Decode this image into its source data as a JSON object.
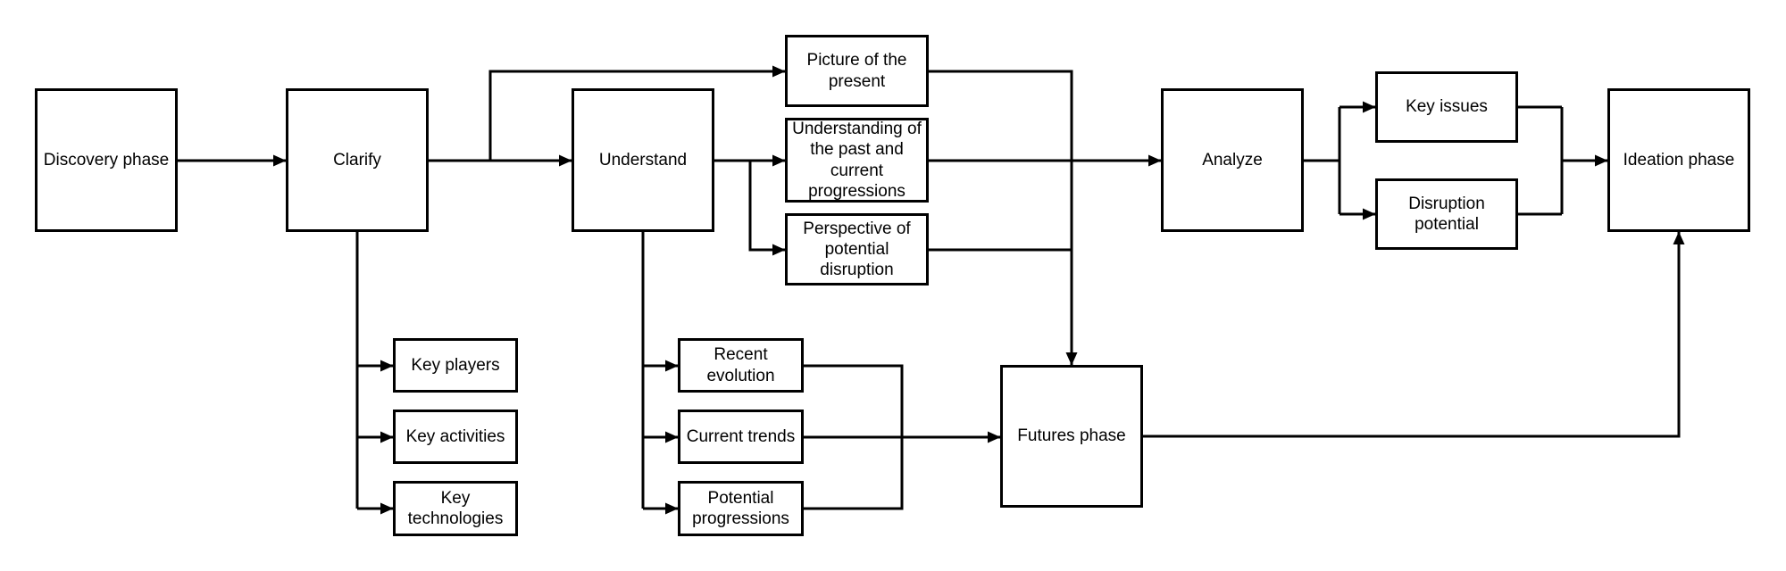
{
  "meta": {
    "background_color": "#ffffff",
    "line_color": "#000000",
    "box_fill_color": "#ffffff",
    "box_border_color": "#000000",
    "text_color": "#000000"
  },
  "nodes": {
    "discovery_phase": {
      "label": "Discovery phase"
    },
    "clarify": {
      "label": "Clarify"
    },
    "understand": {
      "label": "Understand"
    },
    "picture_of_the_present": {
      "label": "Picture of the present"
    },
    "understanding_past": {
      "label": "Understanding of the past and current progressions"
    },
    "perspective_disruption": {
      "label": "Perspective of potential disruption"
    },
    "key_players": {
      "label": "Key players"
    },
    "key_activities": {
      "label": "Key activities"
    },
    "key_technologies": {
      "label": "Key technologies"
    },
    "recent_evolution": {
      "label": "Recent evolution"
    },
    "current_trends": {
      "label": "Current trends"
    },
    "potential_progressions": {
      "label": "Potential progressions"
    },
    "analyze": {
      "label": "Analyze"
    },
    "key_issues": {
      "label": "Key issues"
    },
    "disruption_potential": {
      "label": "Disruption potential"
    },
    "futures_phase": {
      "label": "Futures phase"
    },
    "ideation_phase": {
      "label": "Ideation phase"
    }
  },
  "edges": [
    {
      "from": "Discovery phase",
      "to": "Clarify"
    },
    {
      "from": "Clarify",
      "to": "Understand"
    },
    {
      "from": "Clarify",
      "to": "Picture of the present"
    },
    {
      "from": "Clarify",
      "to": "Key players"
    },
    {
      "from": "Clarify",
      "to": "Key activities"
    },
    {
      "from": "Clarify",
      "to": "Key technologies"
    },
    {
      "from": "Understand",
      "to": "Understanding of the past and current progressions"
    },
    {
      "from": "Understand",
      "to": "Perspective of potential disruption"
    },
    {
      "from": "Understand",
      "to": "Recent evolution"
    },
    {
      "from": "Understand",
      "to": "Current trends"
    },
    {
      "from": "Understand",
      "to": "Potential progressions"
    },
    {
      "from": "Picture of the present",
      "to": "Futures phase"
    },
    {
      "from": "Perspective of potential disruption",
      "to": "Futures phase"
    },
    {
      "from": "Understanding of the past and current progressions",
      "to": "Analyze"
    },
    {
      "from": "Recent evolution",
      "to": "Futures phase"
    },
    {
      "from": "Current trends",
      "to": "Futures phase"
    },
    {
      "from": "Potential progressions",
      "to": "Futures phase"
    },
    {
      "from": "Analyze",
      "to": "Key issues"
    },
    {
      "from": "Analyze",
      "to": "Disruption potential"
    },
    {
      "from": "Key issues",
      "to": "Ideation phase"
    },
    {
      "from": "Disruption potential",
      "to": "Ideation phase"
    },
    {
      "from": "Futures phase",
      "to": "Ideation phase"
    }
  ]
}
